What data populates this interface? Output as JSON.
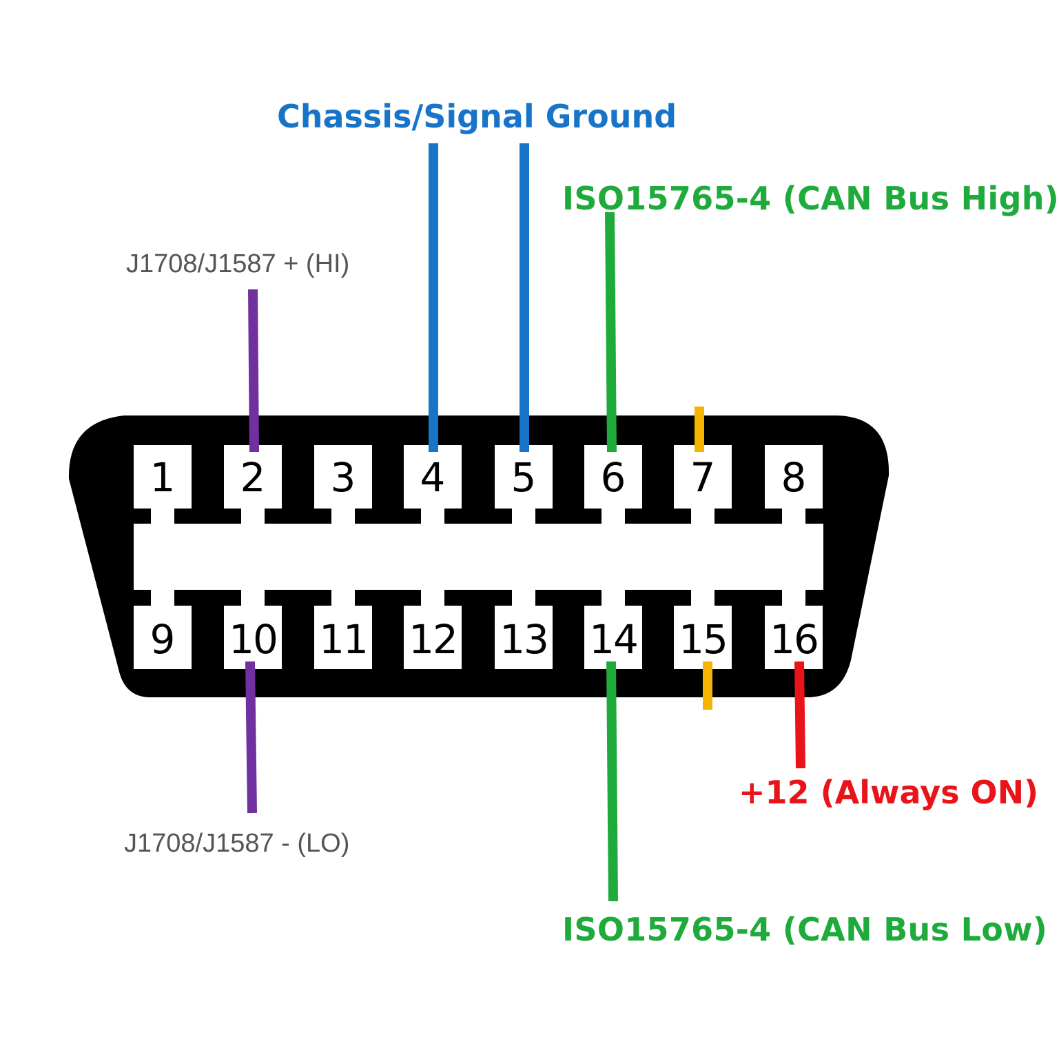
{
  "colors": {
    "ground": "#1874c8",
    "can": "#1faa3c",
    "j1708": "#7030a0",
    "power": "#e8141a",
    "pin7_15": "#f4b400",
    "gray_label": "#555555",
    "connector": "#000000",
    "pin_cell": "#ffffff"
  },
  "pins": {
    "top": [
      "1",
      "2",
      "3",
      "4",
      "5",
      "6",
      "7",
      "8"
    ],
    "bottom": [
      "9",
      "10",
      "11",
      "12",
      "13",
      "14",
      "15",
      "16"
    ]
  },
  "labels": {
    "ground": "Chassis/Signal Ground",
    "can_high": "ISO15765-4  (CAN Bus High)",
    "j1708_hi": "J1708/J1587 + (HI)",
    "j1708_lo": "J1708/J1587 - (LO)",
    "power": "+12 (Always ON)",
    "can_low": "ISO15765-4  (CAN Bus Low)"
  },
  "connections": [
    {
      "pin": "2",
      "color_key": "j1708",
      "label_key": "j1708_hi"
    },
    {
      "pin": "4",
      "color_key": "ground",
      "label_key": "ground"
    },
    {
      "pin": "5",
      "color_key": "ground",
      "label_key": "ground"
    },
    {
      "pin": "6",
      "color_key": "can",
      "label_key": "can_high"
    },
    {
      "pin": "7",
      "color_key": "pin7_15",
      "label_key": ""
    },
    {
      "pin": "10",
      "color_key": "j1708",
      "label_key": "j1708_lo"
    },
    {
      "pin": "14",
      "color_key": "can",
      "label_key": "can_low"
    },
    {
      "pin": "15",
      "color_key": "pin7_15",
      "label_key": ""
    },
    {
      "pin": "16",
      "color_key": "power",
      "label_key": "power"
    }
  ]
}
